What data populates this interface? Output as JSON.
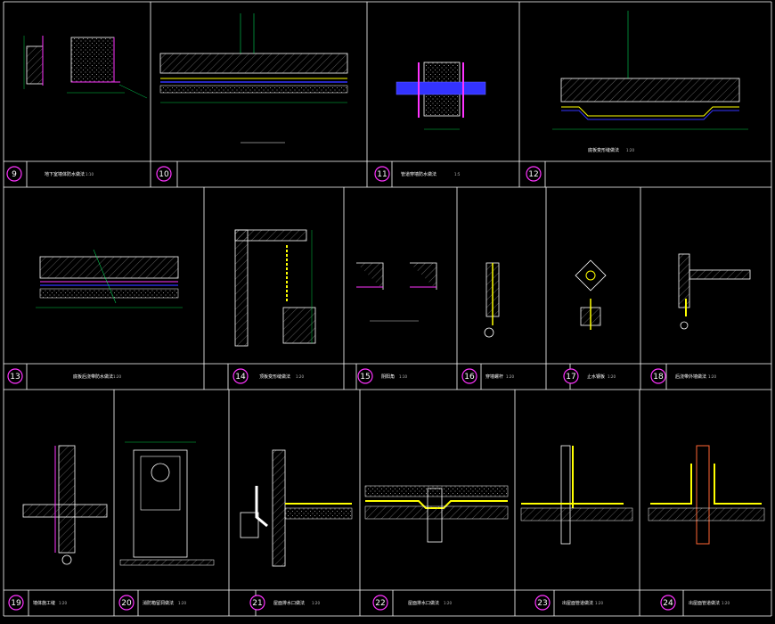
{
  "sheet": {
    "background": "#000000",
    "colors": {
      "frame": "#ffffff",
      "concrete": "#ffffff",
      "dimension": "#00cc44",
      "membrane": "#ffff00",
      "insulation": "#ff33ff",
      "pipe": "#3333ff",
      "leader": "#00ff66"
    }
  },
  "details": [
    {
      "number": "9",
      "title": "地下室墙体防水做法",
      "scale": "1:10"
    },
    {
      "number": "10",
      "title": "",
      "scale": ""
    },
    {
      "number": "11",
      "title": "管道穿墙防水做法",
      "scale": "1:5"
    },
    {
      "number": "12",
      "title": "底板变形缝做法",
      "scale": "1:20"
    },
    {
      "number": "13",
      "title": "底板后浇带防水做法",
      "scale": "1:20"
    },
    {
      "number": "14",
      "title": "顶板变形缝做法",
      "scale": "1:20"
    },
    {
      "number": "15",
      "title": "阴阳角",
      "scale": "1:10"
    },
    {
      "number": "16",
      "title": "穿墙螺杆",
      "scale": "1:20"
    },
    {
      "number": "17",
      "title": "止水钢板",
      "scale": "1:20"
    },
    {
      "number": "18",
      "title": "后浇带外墙做法",
      "scale": "1:20"
    },
    {
      "number": "19",
      "title": "墙体施工缝",
      "scale": "1:20"
    },
    {
      "number": "20",
      "title": "消防箱留洞做法",
      "scale": "1:20"
    },
    {
      "number": "21",
      "title": "屋面排水口做法",
      "scale": "1:20"
    },
    {
      "number": "22",
      "title": "屋面排水口做法",
      "scale": "1:20"
    },
    {
      "number": "23",
      "title": "出屋面管道做法",
      "scale": "1:20"
    },
    {
      "number": "24",
      "title": "出屋面管道做法",
      "scale": "1:20"
    }
  ]
}
